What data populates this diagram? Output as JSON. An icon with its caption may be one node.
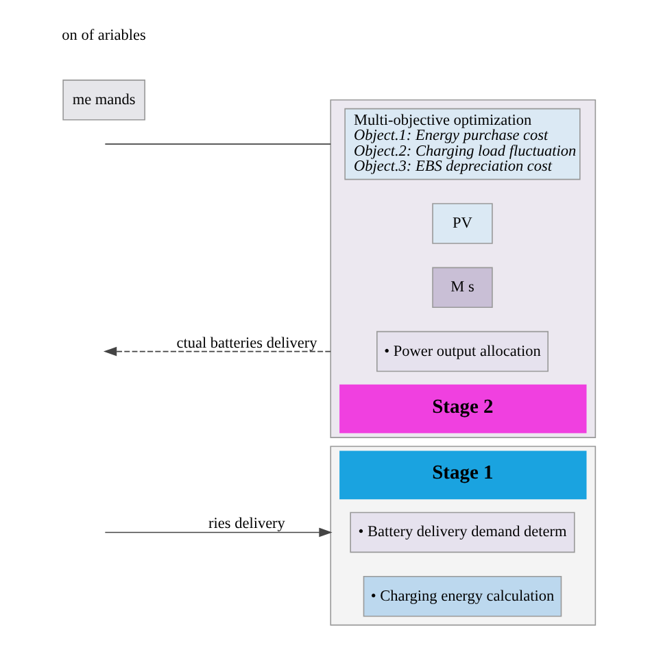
{
  "diagram": {
    "nodes": [
      {
        "text": [
          "Stage 1"
        ]
      },
      {
        "text": [
          "• Battery delivery demand determ"
        ],
        "in": 0
      },
      {
        "text": [
          "• Charging energy calculation"
        ],
        "in": 0
      },
      {
        "text": [
          "Stage 2"
        ]
      },
      {
        "text": [
          "Multi-objective optimization",
          "Object.1: Energy purchase cost",
          "Object.2: Charging load fluctuation",
          "Object.3: EBS depreciation cost"
        ],
        "in": 3
      },
      {
        "text": [
          "PV"
        ],
        "in": 3
      },
      {
        "text": [
          "M s"
        ],
        "in": 3
      },
      {
        "text": [
          "• Power output allocation"
        ],
        "in": 3
      },
      {
        "text": [
          "me mands"
        ]
      }
    ],
    "edges": [
      {
        "from": null,
        "to": 0,
        "arrow": "to",
        "label": "ries delivery"
      },
      {
        "from": null,
        "to": 3,
        "arrow": "none"
      },
      {
        "from": 3,
        "to": null,
        "arrow": "to",
        "style": "dashed",
        "label": "ctual batteries delivery"
      }
    ],
    "labels": [
      "on of ariables"
    ]
  }
}
